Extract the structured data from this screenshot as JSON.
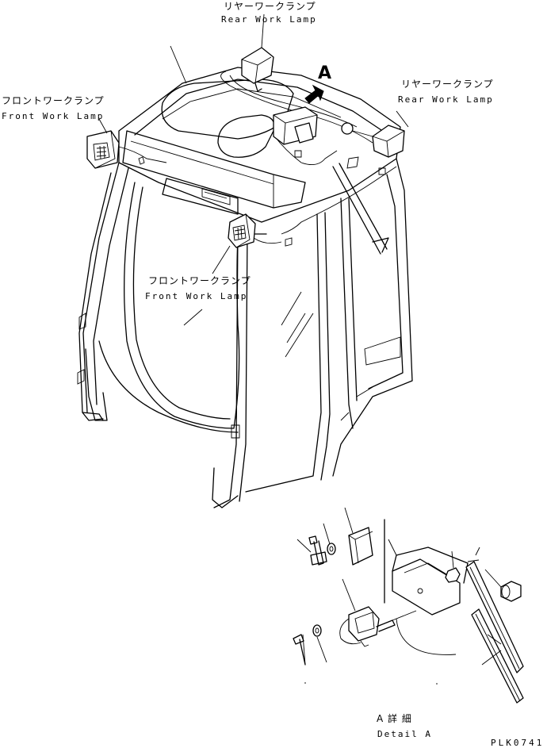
{
  "labels": {
    "rear_lamp_top_jp": "リヤーワークランプ",
    "rear_lamp_top_en": "Rear Work Lamp",
    "rear_lamp_right_jp": "リヤーワークランプ",
    "rear_lamp_right_en": "Rear Work Lamp",
    "front_lamp_left_jp": "フロントワークランプ",
    "front_lamp_left_en": "Front Work Lamp",
    "front_lamp_center_jp": "フロントワークランプ",
    "front_lamp_center_en": "Front Work Lamp",
    "view_marker": "A",
    "detail_jp": "A 詳 細",
    "detail_en": "Detail A",
    "drawing_code": "PLK0741"
  }
}
